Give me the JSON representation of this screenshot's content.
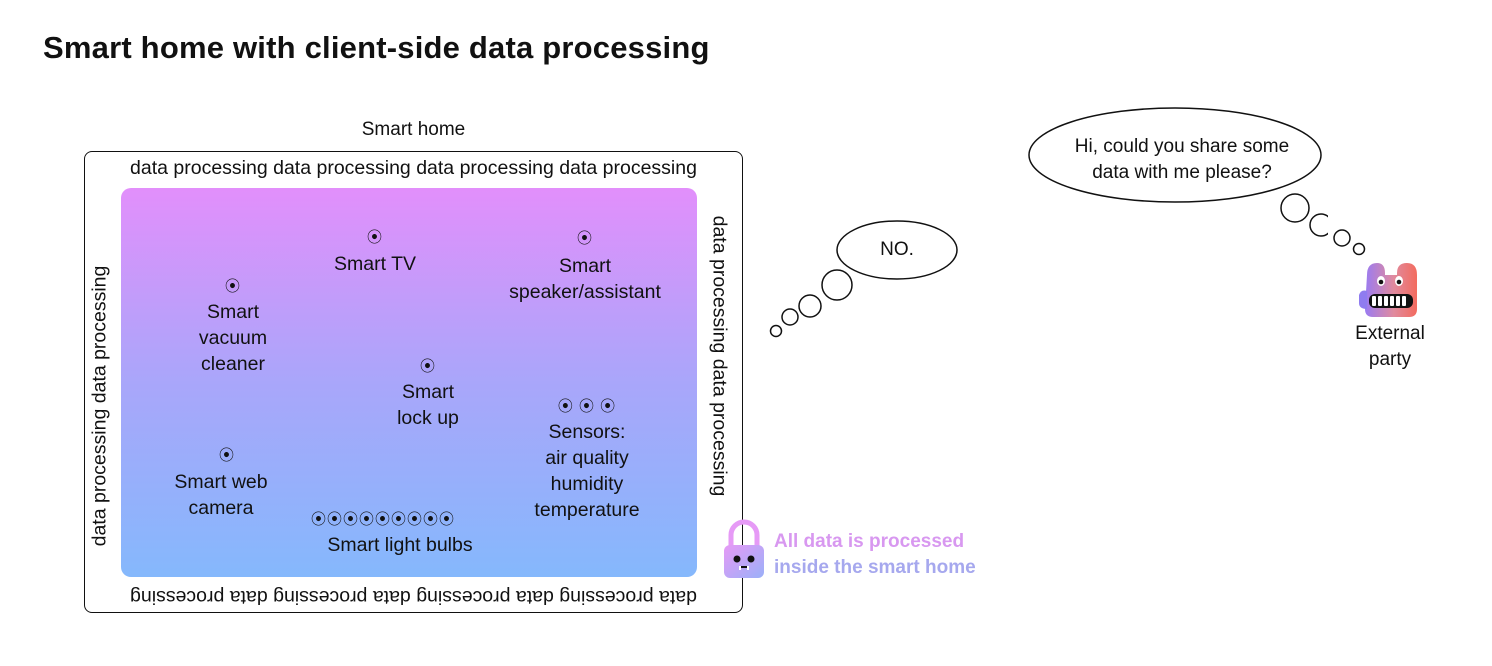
{
  "title": "Smart home with client-side data processing",
  "home_label": "Smart home",
  "data_processing_top": "data processing data processing data processing data processing",
  "data_processing_bottom": "data processing data processing data processing data processing",
  "data_processing_left": "data processing data processing",
  "data_processing_right": "data processing data processing",
  "devices": {
    "tv": "Smart TV",
    "speaker_1": "Smart",
    "speaker_2": "speaker/assistant",
    "vacuum_1": "Smart",
    "vacuum_2": "vacuum",
    "vacuum_3": "cleaner",
    "lock_1": "Smart",
    "lock_2": "lock up",
    "sensors_1": "Sensors:",
    "sensors_2": "air quality",
    "sensors_3": "humidity",
    "sensors_4": "temperature",
    "camera_1": "Smart web",
    "camera_2": "camera",
    "bulbs": "Smart light bulbs"
  },
  "lock_note": {
    "line1": "All data is processed",
    "line2": "inside the smart home"
  },
  "reply_bubble": "NO.",
  "request_bubble": {
    "line1": "Hi, could you share some",
    "line2": "data with me please?"
  },
  "external_party": {
    "line1": "External",
    "line2": "party"
  },
  "icons": {
    "device_marker": "circled-dot-icon",
    "lock": "padlock-icon",
    "external_party": "grinning-monster-icon"
  },
  "colors": {
    "gradient_top": "#e28ffb",
    "gradient_bottom": "#85b8fc",
    "lock_note_line1": "#d898f0",
    "lock_note_line2": "#a6a8ee"
  }
}
